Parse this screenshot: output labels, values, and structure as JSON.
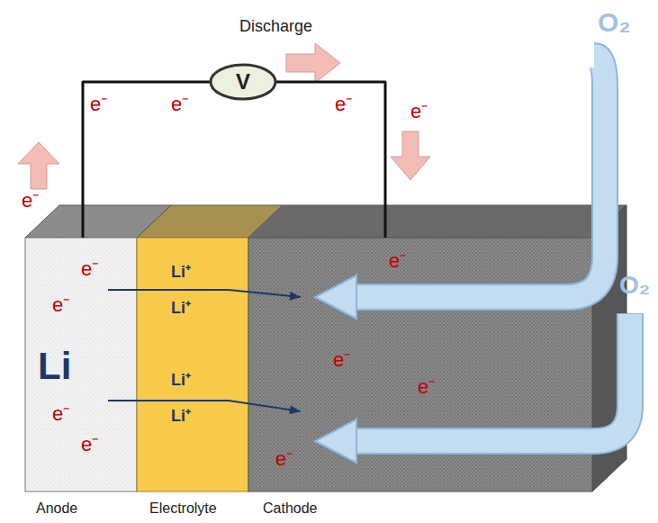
{
  "diagram": {
    "nodes": [
      {
        "text": [
          "V"
        ]
      },
      {
        "text": [
          "Li",
          "Anode"
        ]
      },
      {
        "text": [
          "Electrolyte"
        ]
      },
      {
        "text": [
          "Cathode"
        ]
      }
    ],
    "edges": [
      {
        "from": 1,
        "to": 0,
        "arrow": "none"
      },
      {
        "from": 0,
        "to": 3,
        "arrow": "none"
      },
      {
        "from": 1,
        "to": 3,
        "arrow": "to"
      },
      {
        "from": 1,
        "to": 3,
        "arrow": "to"
      }
    ],
    "labels": [
      "Discharge",
      "e⁻",
      "e⁻",
      "e⁻",
      "e⁻",
      "e⁻",
      "e⁻",
      "e⁻",
      "e⁻",
      "e⁻",
      "e⁻",
      "e⁻",
      "e⁻",
      "e⁻",
      "Li⁺",
      "Li⁺",
      "Li⁺",
      "Li⁺",
      "O₂",
      "O₂"
    ]
  }
}
